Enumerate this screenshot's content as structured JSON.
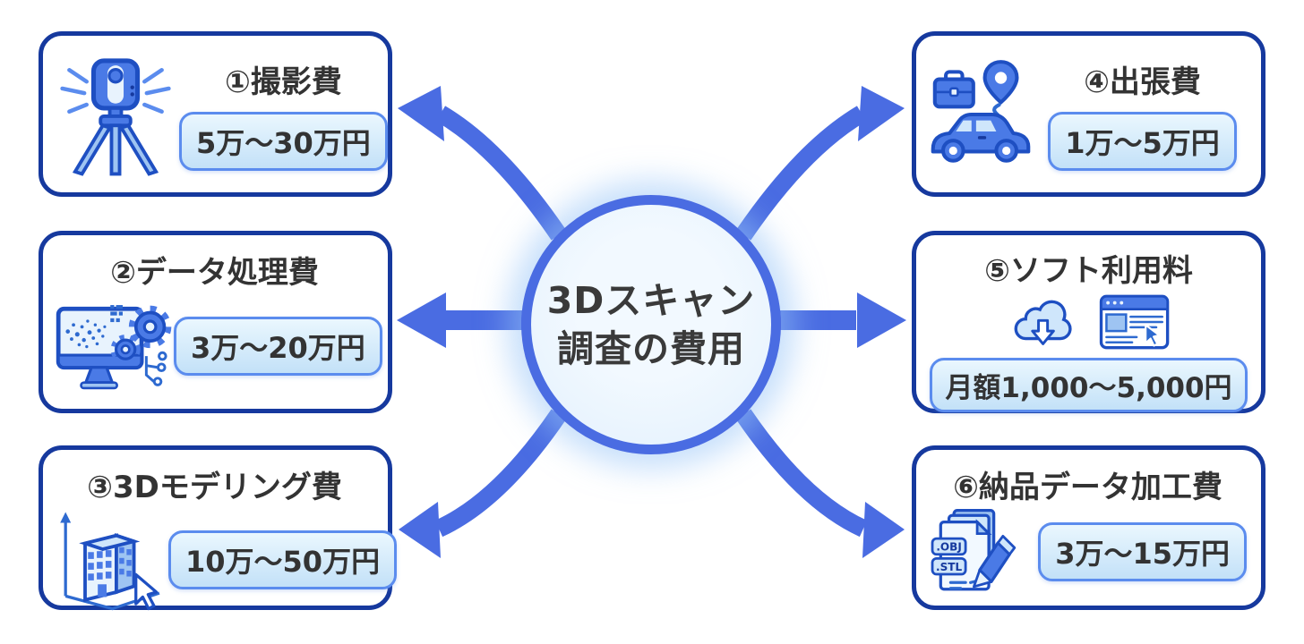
{
  "diagram": {
    "center": {
      "title_line1": "3Dスキャン",
      "title_line2": "調査の費用"
    },
    "boxes": [
      {
        "title": "①撮影費",
        "price": "5万〜30万円",
        "icon": "laser-scanner-icon"
      },
      {
        "title": "②データ処理費",
        "price": "3万〜20万円",
        "icon": "data-processing-icon"
      },
      {
        "title": "③3Dモデリング費",
        "price": "10万〜50万円",
        "icon": "3d-modeling-icon"
      },
      {
        "title": "④出張費",
        "price": "1万〜5万円",
        "icon": "business-trip-icon"
      },
      {
        "title": "⑤ソフト利用料",
        "price": "月額1,000〜5,000円",
        "icon": "cloud-download-and-browser-icon"
      },
      {
        "title": "⑥納品データ加工費",
        "price": "3万〜15万円",
        "icon": "file-formats-icon",
        "file_labels": [
          ".OBJ",
          ".STL"
        ]
      }
    ],
    "colors": {
      "box_border": "#16399e",
      "arrow": "#4a6ce2",
      "circle_border": "#4a6ce2",
      "circle_bg": "#e9f4fe",
      "pill_border": "#5b8cee",
      "pill_bg_top": "#eaf7fe",
      "pill_bg_bottom": "#c3e1f8",
      "title_text": "#333333",
      "icon_dark": "#1e4fc2",
      "icon_mid": "#4a7ae6",
      "icon_light": "#cfe6fb"
    }
  }
}
